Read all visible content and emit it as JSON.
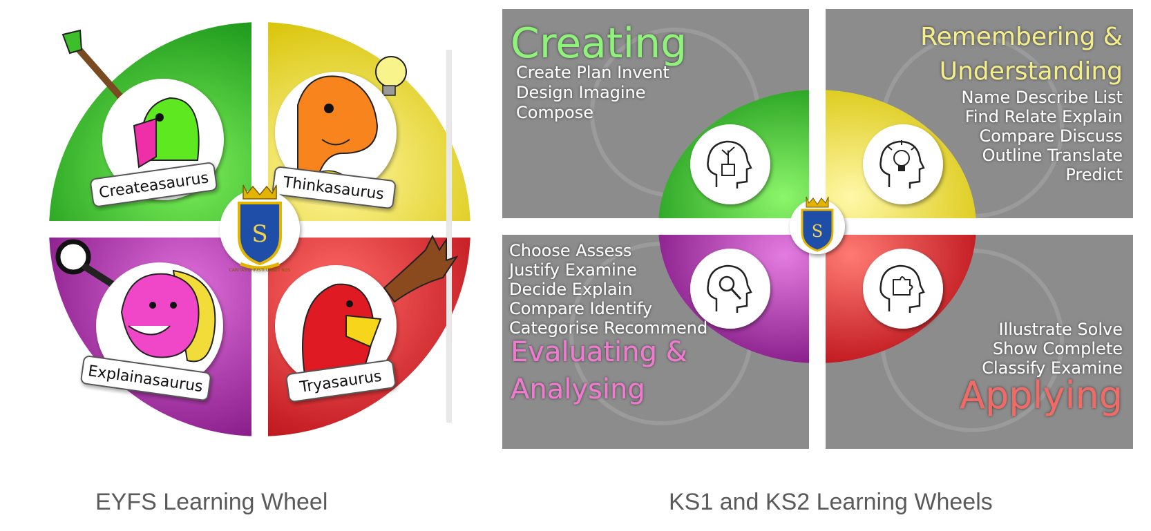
{
  "eyfs": {
    "caption": "EYFS Learning Wheel",
    "segments": [
      {
        "key": "green",
        "label": "Createasaurus",
        "color": "#39b92a"
      },
      {
        "key": "yellow",
        "label": "Thinkasaurus",
        "color": "#f2e21c"
      },
      {
        "key": "purple",
        "label": "Explainasaurus",
        "color": "#a01f9c"
      },
      {
        "key": "red",
        "label": "Tryasaurus",
        "color": "#e01a22"
      }
    ],
    "badge_motto": "CARITAS CHRISTI URGET NOS"
  },
  "ks": {
    "caption": "KS1 and KS2 Learning Wheels",
    "quadrants": {
      "creating": {
        "title": "Creating",
        "title_color": "#8ff27a",
        "verbs": [
          "Create Plan Invent",
          "Design Imagine",
          "Compose"
        ]
      },
      "remembering": {
        "title_lines": [
          "Remembering &",
          "Understanding"
        ],
        "title_color": "#f4ee8a",
        "verbs": [
          "Name Describe List",
          "Find Relate Explain",
          "Compare Discuss",
          "Outline Translate",
          "Predict"
        ]
      },
      "evaluating": {
        "title_lines": [
          "Evaluating &",
          "Analysing"
        ],
        "title_color": "#f07ad0",
        "verbs": [
          "Choose Assess",
          "Justify Examine",
          "Decide Explain",
          "Compare Identify",
          "Categorise Recommend"
        ]
      },
      "applying": {
        "title": "Applying",
        "title_color": "#f06a66",
        "verbs": [
          "Illustrate Solve",
          "Show Complete",
          "Classify Examine"
        ]
      }
    },
    "colors": {
      "green": "#39b92a",
      "yellow": "#f2e21c",
      "purple": "#a01f9c",
      "red": "#e01a22",
      "panel_bg": "#8c8c8c"
    },
    "icons": [
      "plant-head-icon",
      "lightbulb-head-icon",
      "magnifier-head-icon",
      "puzzle-head-icon"
    ]
  }
}
